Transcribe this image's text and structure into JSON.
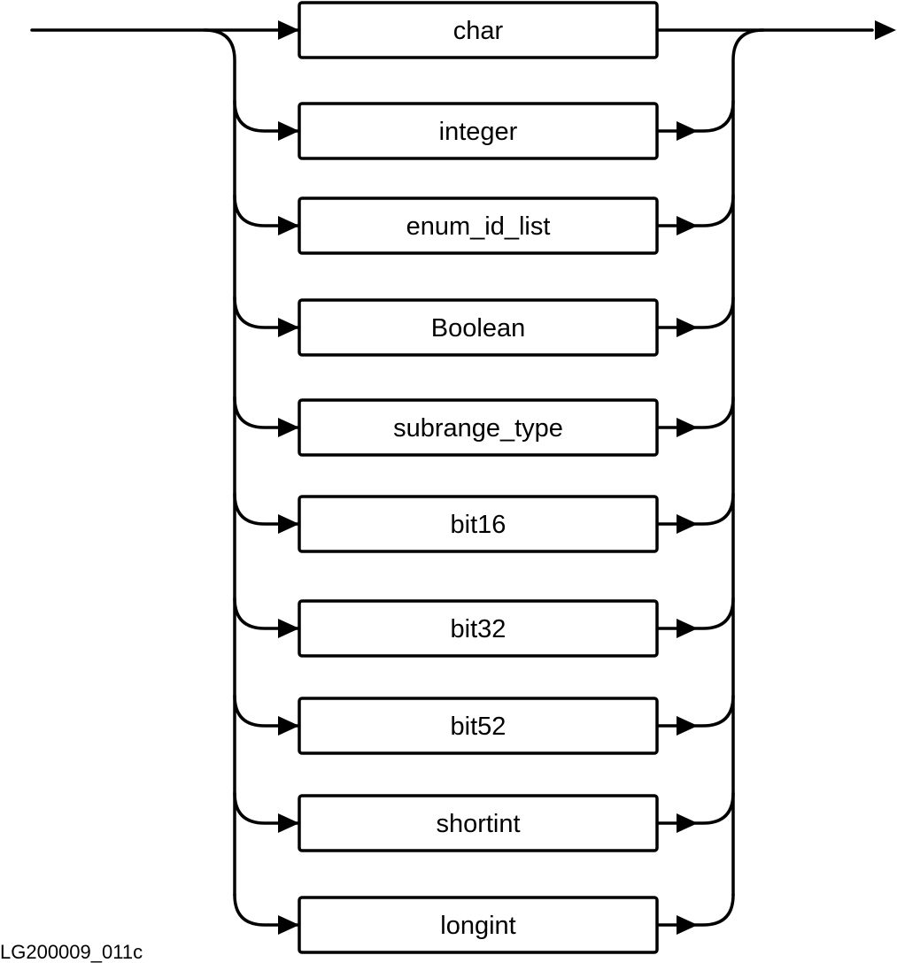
{
  "diagram": {
    "type": "railroad-syntax",
    "alternatives": [
      "char",
      "integer",
      "enum_id_list",
      "Boolean",
      "subrange_type",
      "bit16",
      "bit32",
      "bit52",
      "shortint",
      "longint"
    ],
    "figure_id": "LG200009_011c"
  }
}
